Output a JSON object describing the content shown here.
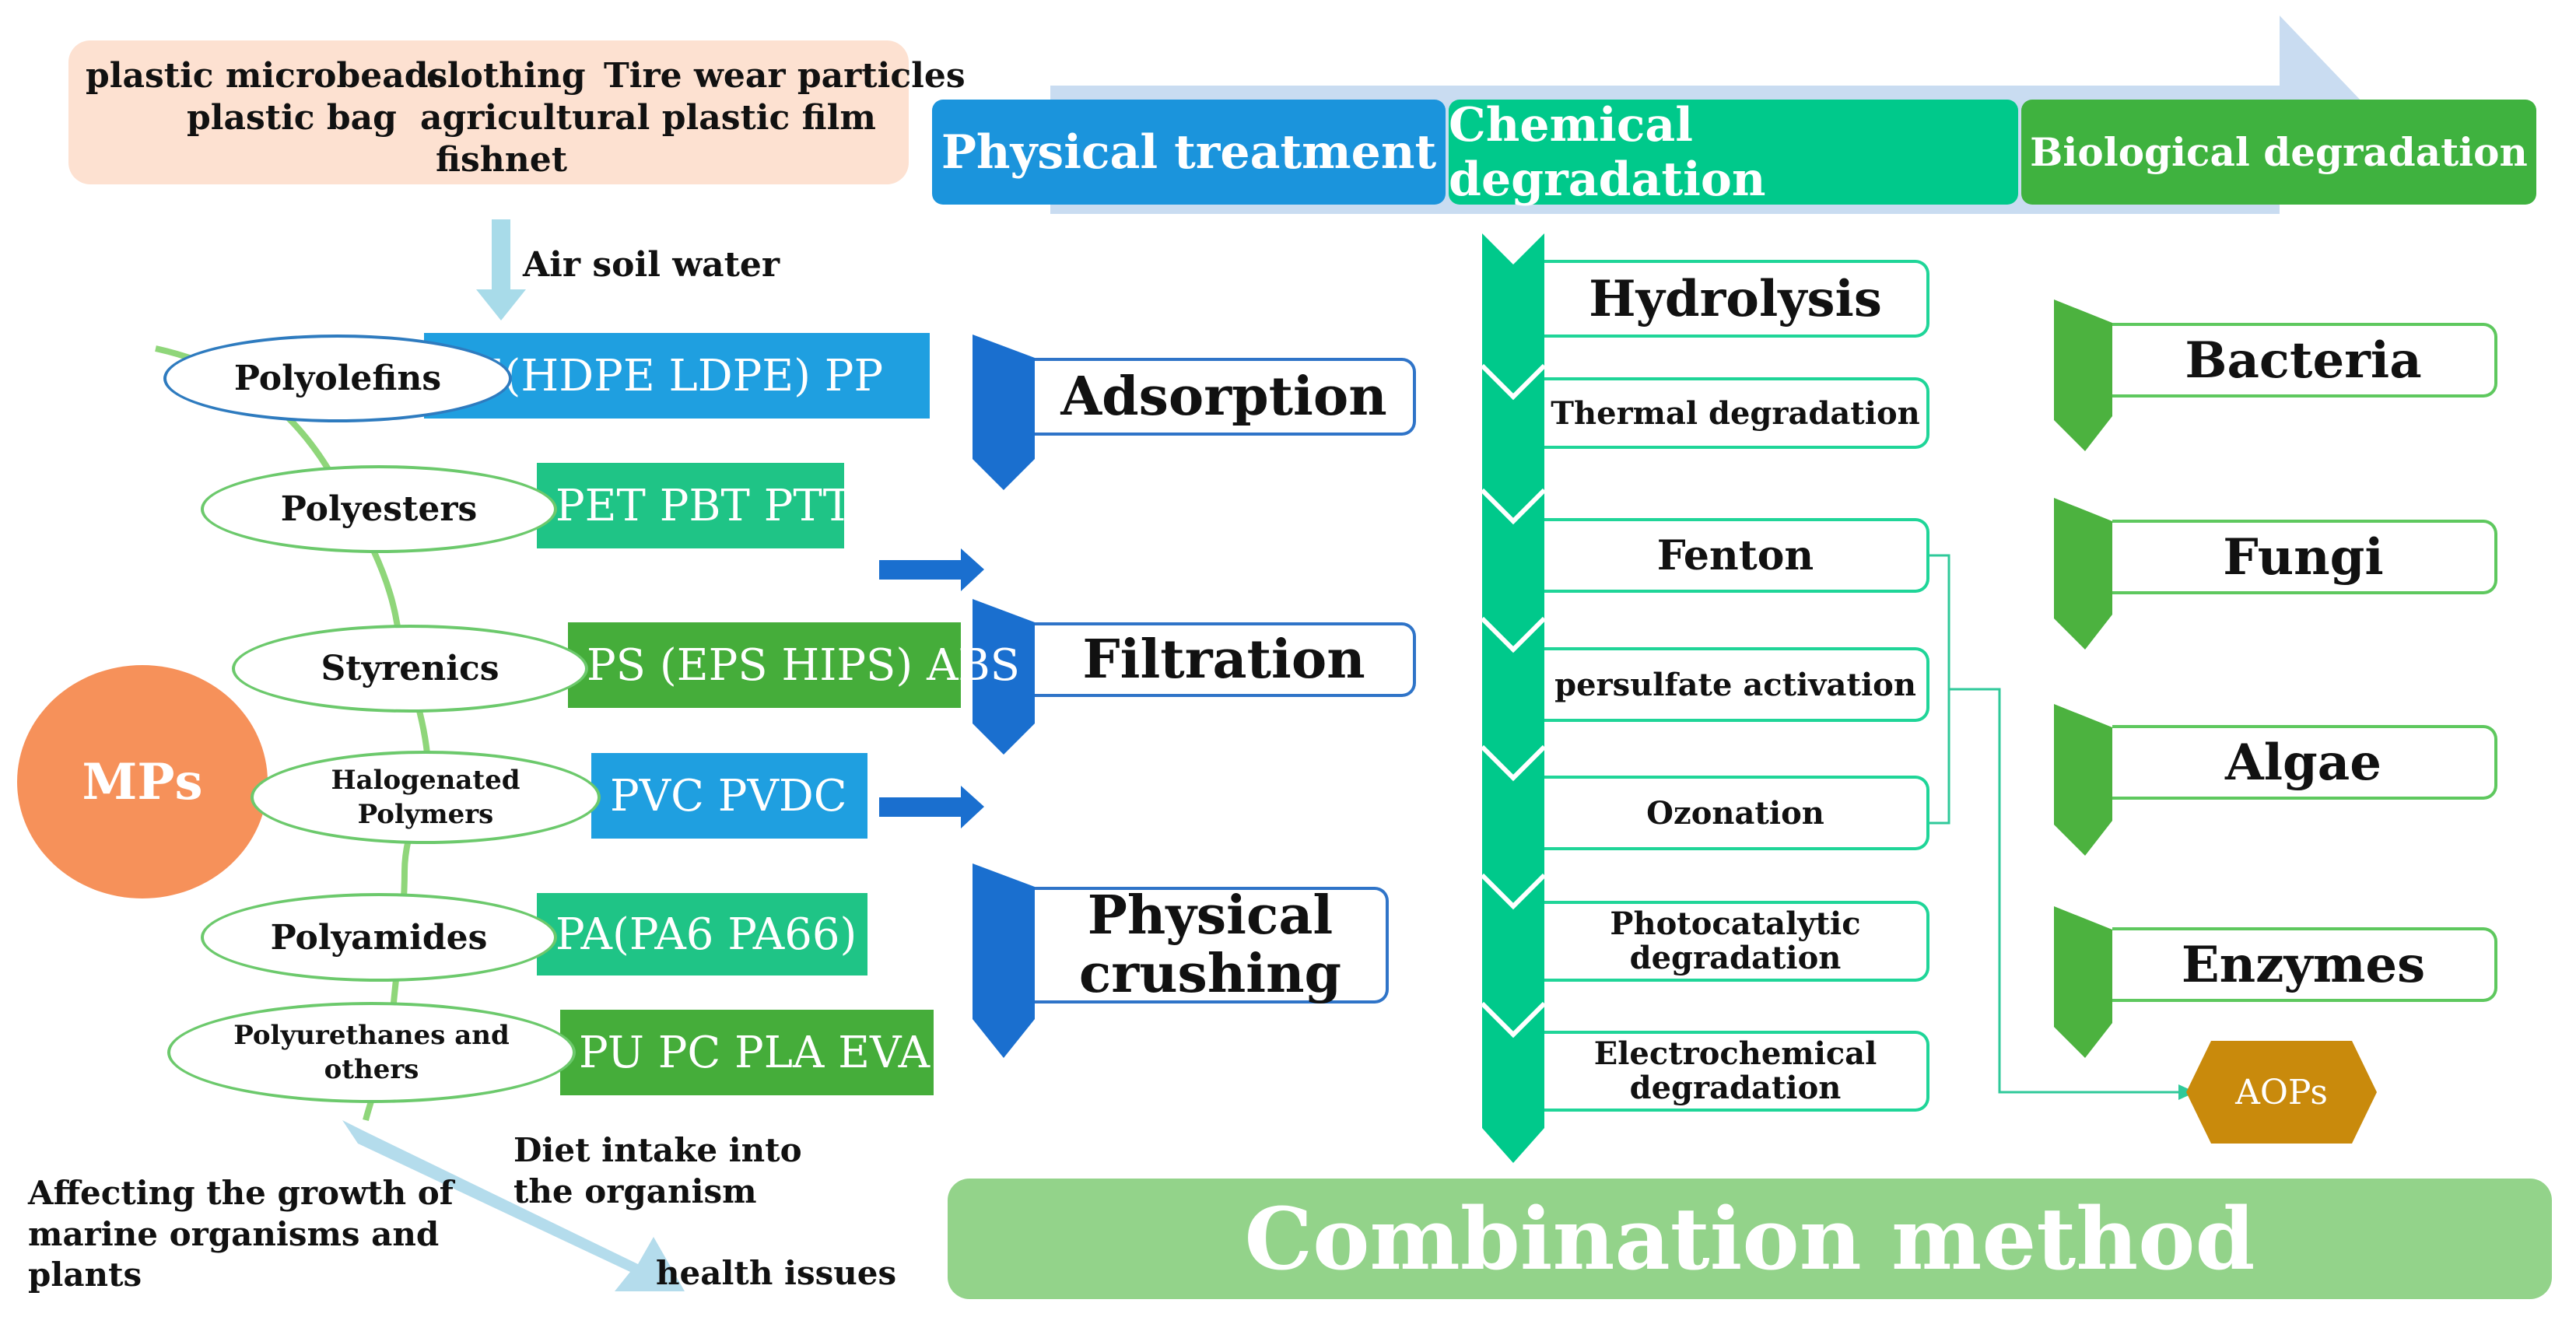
{
  "sources": {
    "row1": [
      "plastic microbeads",
      "clothing",
      "Tire wear particles"
    ],
    "row2": [
      "plastic bag",
      "agricultural plastic film"
    ],
    "row3": [
      "fishnet"
    ]
  },
  "pathway_label": "Air soil water",
  "headers": {
    "physical": "Physical treatment",
    "chemical": "Chemical degradation",
    "biological": "Biological degradation"
  },
  "mps_label": "MPs",
  "polymer_groups": [
    {
      "name": "Polyolefins",
      "types": "PE(HDPE LDPE) PP",
      "color": "#1f9fe0"
    },
    {
      "name": "Polyesters",
      "types": "PET PBT PTT",
      "color": "#1fc486"
    },
    {
      "name": "Styrenics",
      "types": "PS (EPS HIPS) ABS",
      "color": "#45ad3a"
    },
    {
      "name": "Halogenated Polymers",
      "types": "PVC PVDC",
      "color": "#1f9fe0"
    },
    {
      "name": "Polyamides",
      "types": "PA(PA6 PA66)",
      "color": "#1fc486"
    },
    {
      "name": "Polyurethanes and others",
      "types": "PU PC PLA EVA",
      "color": "#45ad3a"
    }
  ],
  "physical_methods": [
    "Adsorption",
    "Filtration",
    "Physical crushing"
  ],
  "chemical_methods": [
    "Hydrolysis",
    "Thermal degradation",
    "Fenton",
    "persulfate activation",
    "Ozonation",
    "Photocatalytic degradation",
    "Electrochemical degradation"
  ],
  "biological_methods": [
    "Bacteria",
    "Fungi",
    "Algae",
    "Enzymes"
  ],
  "aops_label": "AOPs",
  "effects": {
    "diet": "Diet intake into the organism",
    "growth": "Affecting the growth of marine organisms and plants",
    "health": "health issues"
  },
  "combination_label": "Combination method",
  "colors": {
    "physical_blue": "#1b94dc",
    "chemical_green": "#00c98b",
    "biological_green": "#3fb23f",
    "chevron_blue": "#1a6fcf",
    "mps_orange": "#f6915a",
    "source_bg": "#fde1d1",
    "combo_green": "#93d38a",
    "aops_gold": "#c98a0c"
  }
}
